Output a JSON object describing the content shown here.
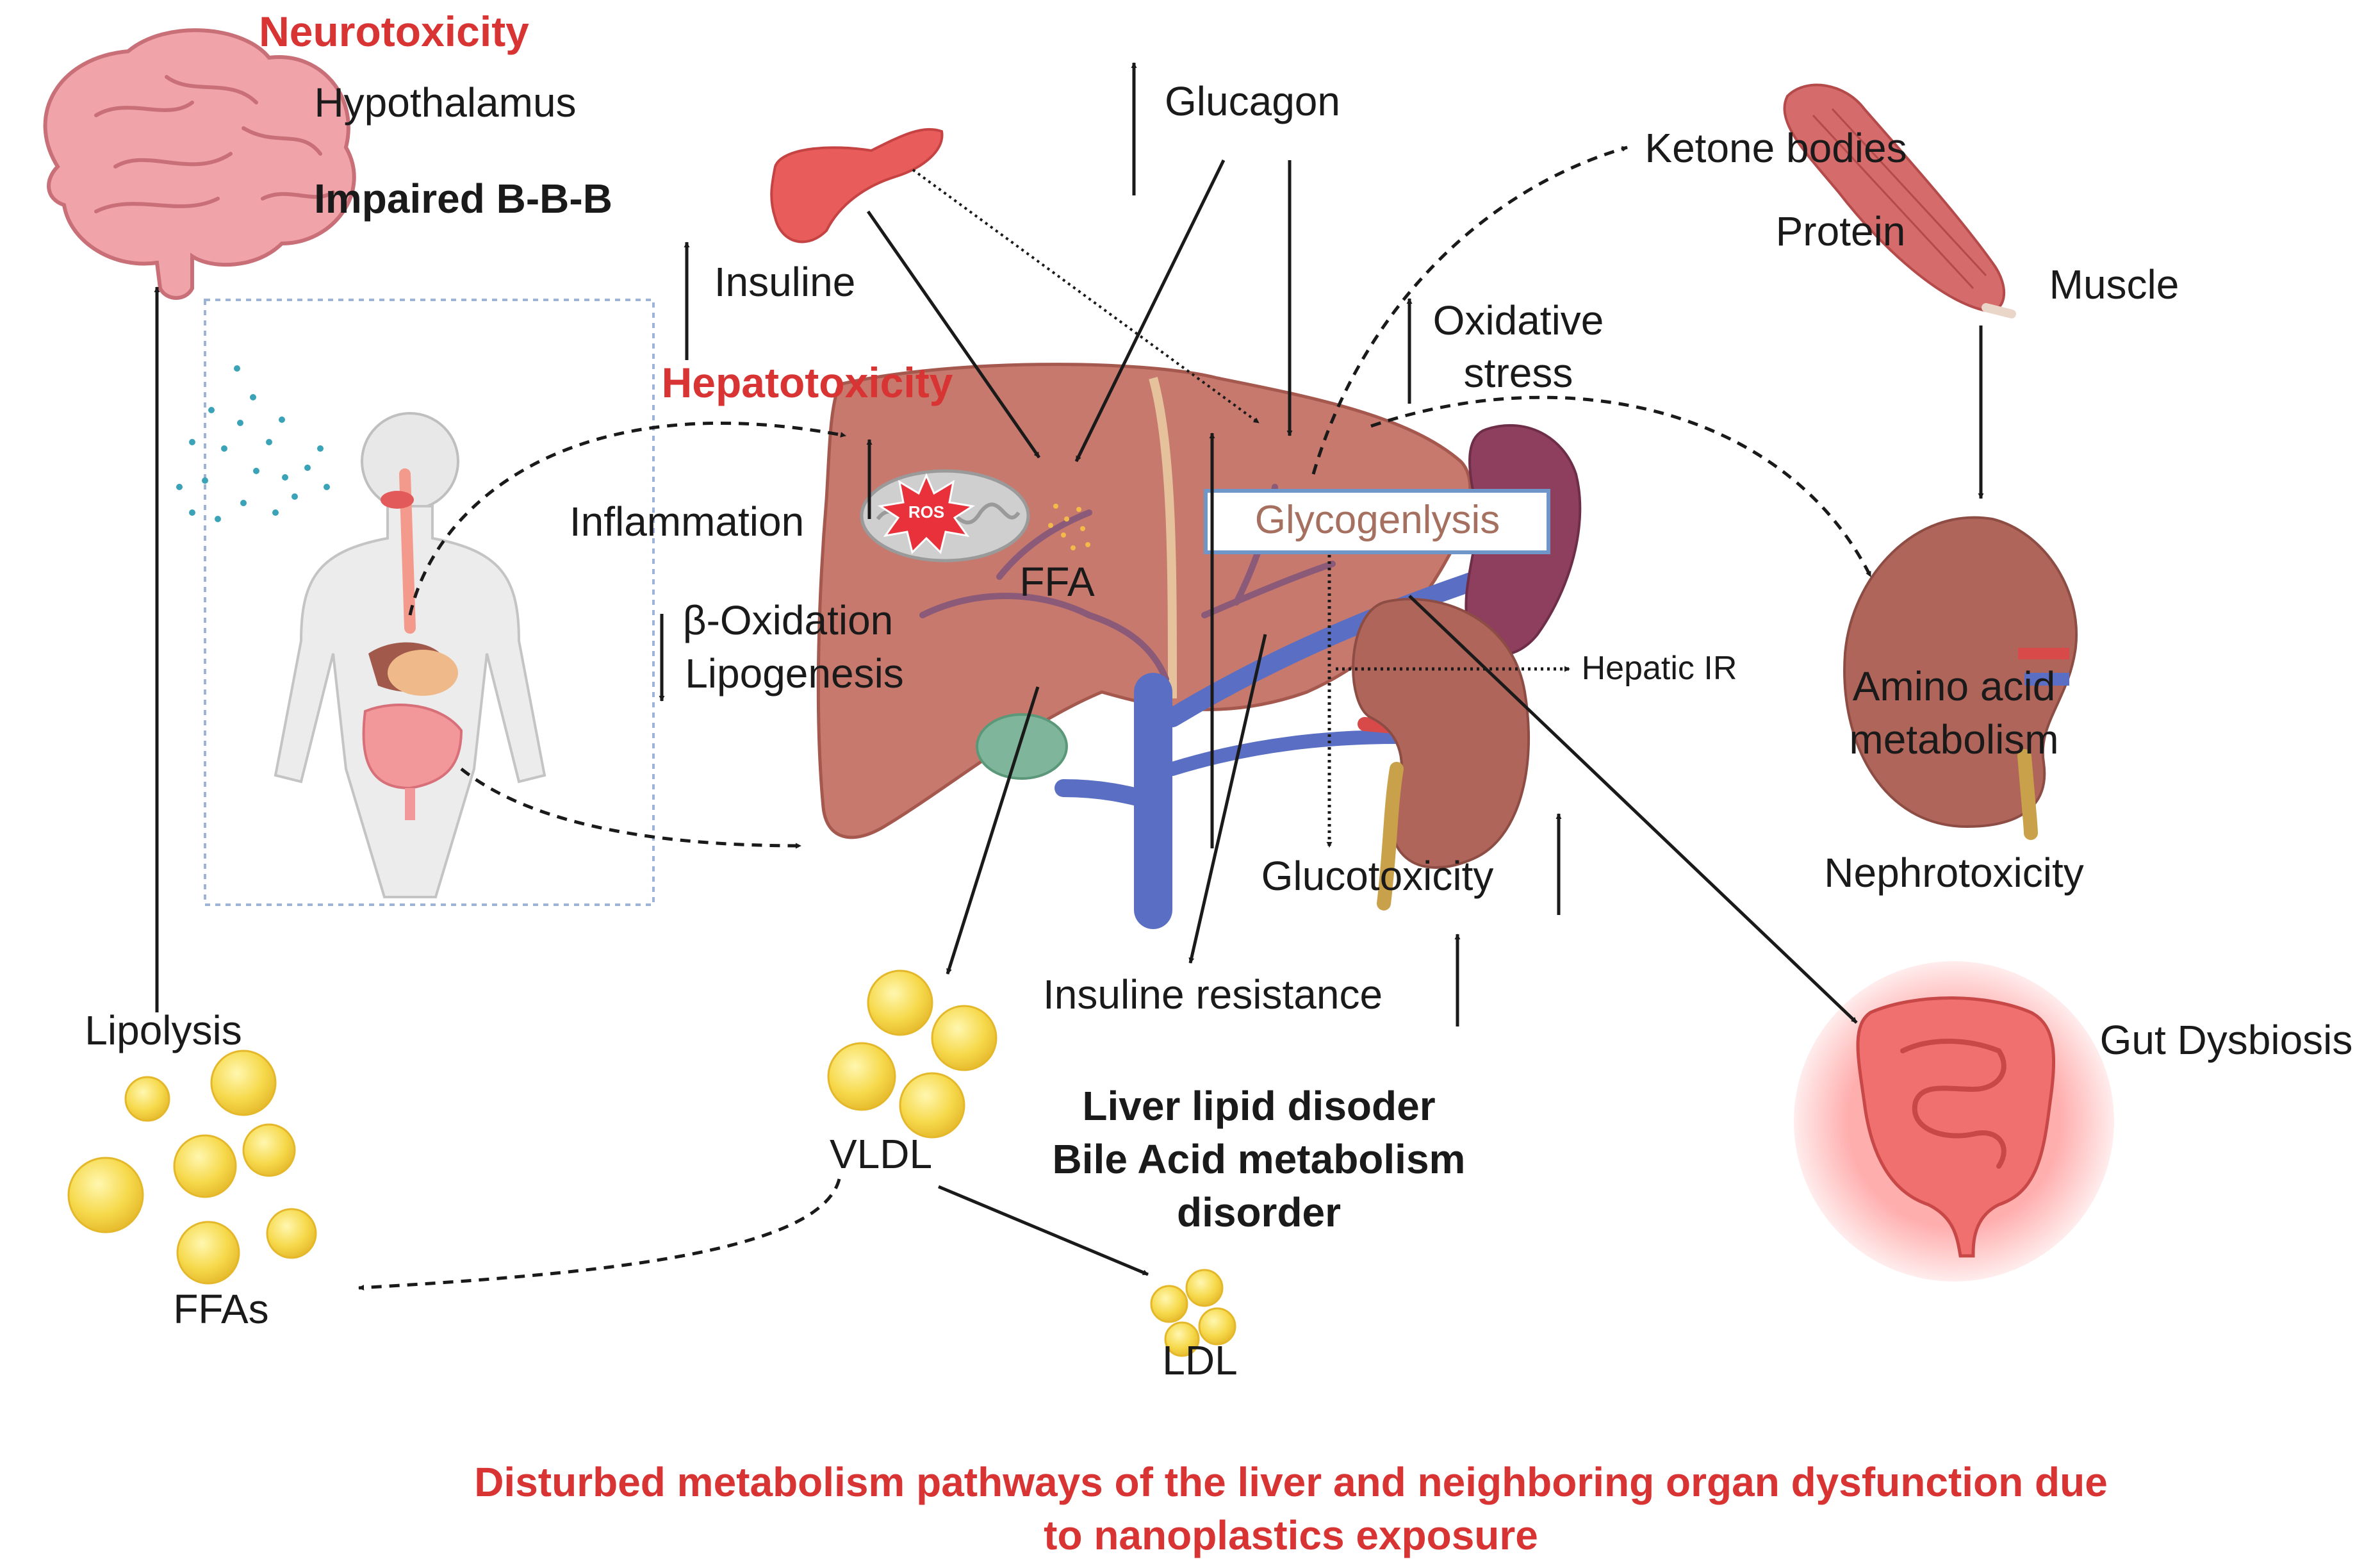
{
  "brain": {
    "heading": "Neurotoxicity",
    "region": "Hypothalamus",
    "effect": "Impaired B-B-B"
  },
  "pancreas": {
    "hormone": "Insuline"
  },
  "glucagon": {
    "label": "Glucagon"
  },
  "ketone": {
    "label": "Ketone bodies"
  },
  "muscle": {
    "protein": "Protein",
    "label": "Muscle"
  },
  "liver": {
    "heading": "Hepatotoxicity",
    "inflammation": "Inflammation",
    "ros": "ROS",
    "ffa": "FFA",
    "beta_oxidation": "β-Oxidation",
    "lipogenesis": "Lipogenesis",
    "oxidative_stress": [
      "Oxidative",
      "stress"
    ],
    "glycogenlysis": "Glycogenlysis",
    "hepatic_ir": "Hepatic IR",
    "glucotoxicity": "Glucotoxicity",
    "insuline_resistance": "Insuline resistance"
  },
  "kidney": {
    "amino_acid": [
      "Amino acid",
      "metabolism"
    ],
    "nephrotoxicity": "Nephrotoxicity"
  },
  "gut": {
    "label": "Gut Dysbiosis"
  },
  "lipids": {
    "lipolysis": "Lipolysis",
    "ffas": "FFAs",
    "vldl": "VLDL",
    "ldl": "LDL"
  },
  "disorders": [
    "Liver lipid disoder",
    "Bile Acid metabolism",
    "disorder"
  ],
  "caption": [
    "Disturbed metabolism pathways of the liver and neighboring organ dysfunction due",
    "to nanoplastics exposure"
  ],
  "colors": {
    "accent_red": "#d83434",
    "liver": "#c7796d",
    "liver_dark": "#a5584e",
    "vein": "#5a6fc4",
    "fat": "#f6d94b",
    "text": "#1a1a1a"
  }
}
